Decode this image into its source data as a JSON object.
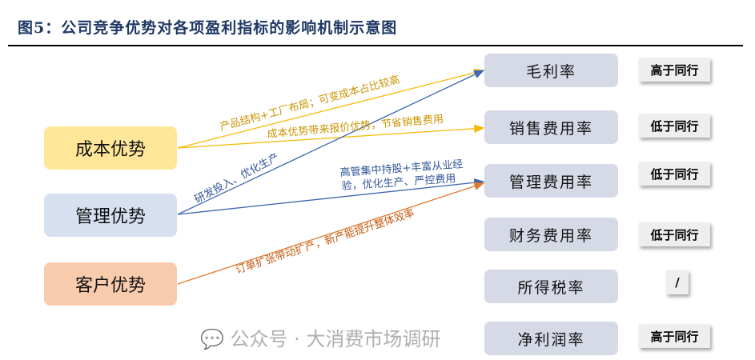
{
  "title": "图5：公司竞争优势对各项盈利指标的影响机制示意图",
  "left": [
    "成本优势",
    "管理优势",
    "客户优势"
  ],
  "right": [
    {
      "label": "毛利率",
      "badge": "高于同行"
    },
    {
      "label": "销售费用率",
      "badge": "低于同行"
    },
    {
      "label": "管理费用率",
      "badge": "低于同行"
    },
    {
      "label": "财务费用率",
      "badge": "低于同行"
    },
    {
      "label": "所得税率",
      "badge": "/"
    },
    {
      "label": "净利润率",
      "badge": "高于同行"
    }
  ],
  "arrows": {
    "a1": "产品结构+工厂布局；可变成本占比较高",
    "a2": "成本优势带来报价优势，节省销售费用",
    "a3": "研发投入、优化生产",
    "a4_line1": "高管集中持股+丰富从业经",
    "a4_line2": "验，优化生产、严控费用",
    "a5": "订单扩张带动扩产，新产能提升整体效率"
  },
  "colors": {
    "cost": "#f5b800",
    "mgmt": "#3f67b1",
    "cust": "#e07a2e"
  },
  "watermark": "公众号 · 大消费市场调研"
}
